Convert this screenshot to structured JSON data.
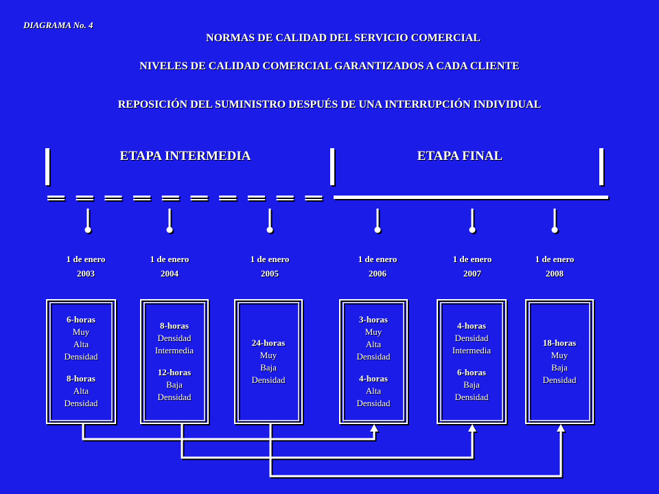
{
  "header": {
    "diagram_label": "DIAGRAMA No. 4",
    "title": "NORMAS DE CALIDAD DEL SERVICIO COMERCIAL",
    "subtitle": "NIVELES DE CALIDAD COMERCIAL GARANTIZADOS A CADA CLIENTE",
    "section": "REPOSICIÓN DEL SUMINISTRO DESPUÉS DE UNA INTERRUPCIÓN INDIVIDUAL"
  },
  "stages": [
    {
      "label": "ETAPA  INTERMEDIA",
      "line_style": "dashed"
    },
    {
      "label": "ETAPA  FINAL",
      "line_style": "solid"
    }
  ],
  "milestones": [
    {
      "date": "1 de enero",
      "year": "2003",
      "box": [
        "6-horas",
        "Muy",
        "Alta",
        "Densidad",
        "",
        "8-horas",
        "Alta",
        "Densidad"
      ]
    },
    {
      "date": "1 de enero",
      "year": "2004",
      "box": [
        "8-horas",
        "Densidad",
        "Intermedia",
        "",
        "12-horas",
        "Baja",
        "Densidad"
      ]
    },
    {
      "date": "1 de enero",
      "year": "2005",
      "box": [
        "24-horas",
        "Muy",
        "Baja",
        "Densidad"
      ]
    },
    {
      "date": "1 de enero",
      "year": "2006",
      "box": [
        "3-horas",
        "Muy",
        "Alta",
        "Densidad",
        "",
        "4-horas",
        "Alta",
        "Densidad"
      ]
    },
    {
      "date": "1 de enero",
      "year": "2007",
      "box": [
        "4-horas",
        "Densidad",
        "Intermedia",
        "",
        "6-horas",
        "Baja",
        "Densidad"
      ]
    },
    {
      "date": "1 de enero",
      "year": "2008",
      "box": [
        "18-horas",
        "Muy",
        "Baja",
        "Densidad"
      ]
    }
  ],
  "connections": [
    {
      "from": "2003",
      "to": "2006"
    },
    {
      "from": "2004",
      "to": "2007"
    },
    {
      "from": "2005",
      "to": "2008"
    }
  ],
  "colors": {
    "background": "#1c1ce8",
    "foreground": "#ffffff",
    "shadow": "#000000"
  }
}
